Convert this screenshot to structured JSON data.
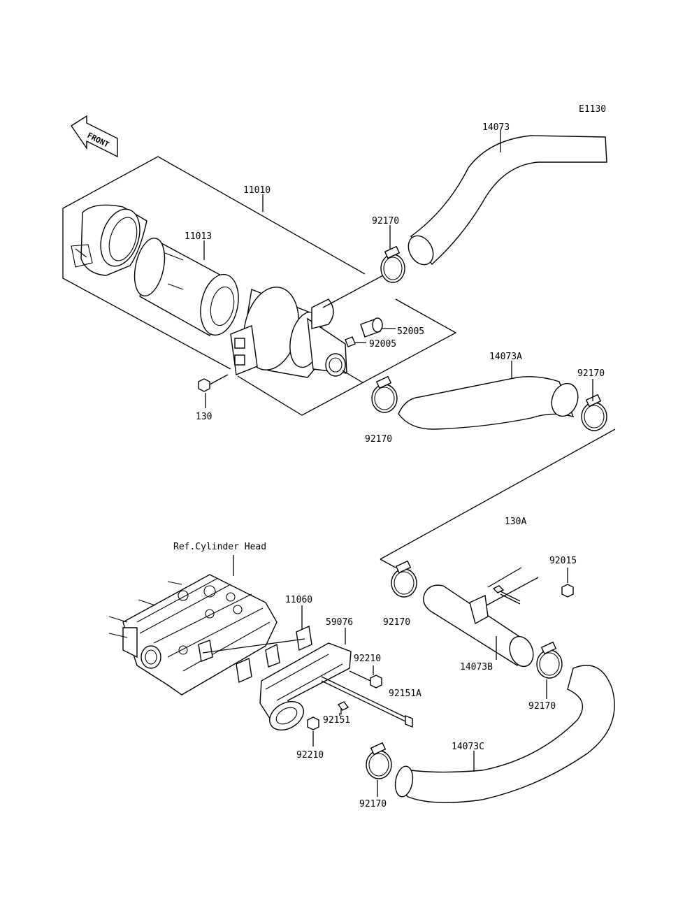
{
  "diagram_id": "E1130",
  "front_marker": "FRONT",
  "reference_note": "Ref.Cylinder Head",
  "parts": {
    "air_cleaner_assy": "11010",
    "element": "11013",
    "bolt": "130",
    "bolt_a": "130A",
    "hose_upper": "14073",
    "hose_a": "14073A",
    "hose_b": "14073B",
    "hose_c": "14073C",
    "clamp": "92170",
    "cap": "52005",
    "fitting": "92005",
    "gasket": "11060",
    "manifold": "59076",
    "nut": "92210",
    "stud": "92151",
    "stud_a": "92151A",
    "nut_flange": "92015"
  }
}
